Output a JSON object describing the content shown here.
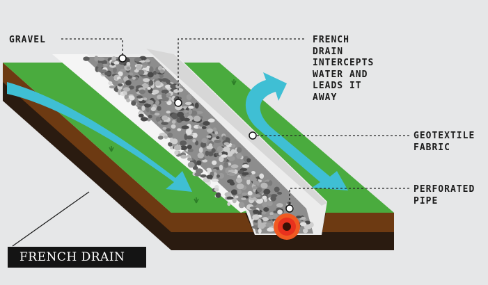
{
  "title": "FRENCH DRAIN",
  "labels": {
    "gravel": "GRAVEL",
    "french_drain": "FRENCH\nDRAIN\nINTERCEPTS\nWATER AND\nLEADS IT\nAWAY",
    "geotextile": "GEOTEXTILE\nFABRIC",
    "pipe": "PERFORATED\nPIPE"
  },
  "colors": {
    "background": "#e6e7e8",
    "grass": "#4aab3e",
    "soil": "#6b3a12",
    "deep_soil": "#2a1b10",
    "water": "#3fbfd4",
    "fabric": "#e4e4e4",
    "pipe": "#f05a22"
  }
}
